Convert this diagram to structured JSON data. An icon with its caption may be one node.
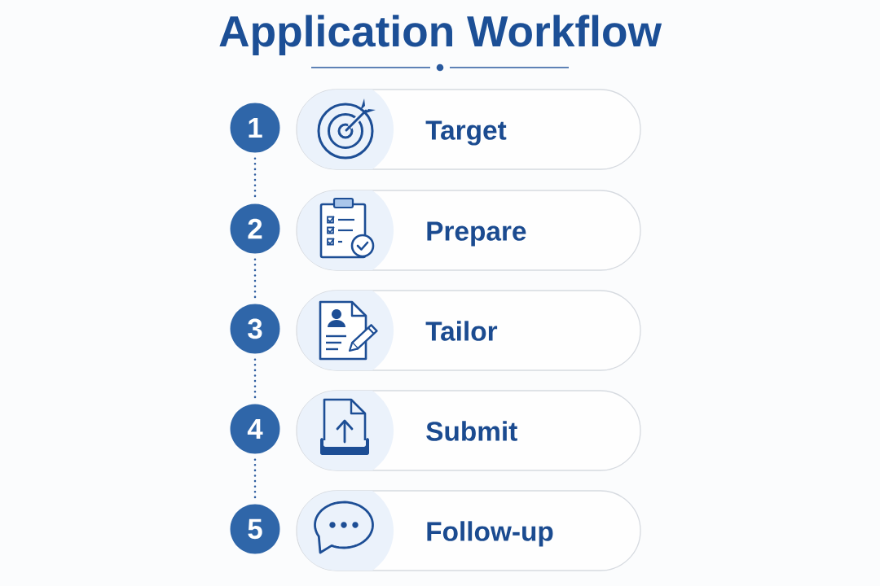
{
  "diagram": {
    "title": "Application Workflow",
    "nodes": [
      {
        "text": [
          "1"
        ]
      },
      {
        "text": [
          "Target"
        ]
      },
      {
        "text": [
          "2"
        ]
      },
      {
        "text": [
          "Prepare"
        ]
      },
      {
        "text": [
          "3"
        ]
      },
      {
        "text": [
          "Tailor"
        ]
      },
      {
        "text": [
          "4"
        ]
      },
      {
        "text": [
          "Submit"
        ]
      },
      {
        "text": [
          "5"
        ]
      },
      {
        "text": [
          "Follow-up"
        ]
      }
    ],
    "edges": [
      {
        "from": 0,
        "to": 2,
        "arrow": "none",
        "style": "dashed"
      },
      {
        "from": 2,
        "to": 4,
        "arrow": "none",
        "style": "dashed"
      },
      {
        "from": 4,
        "to": 6,
        "arrow": "none",
        "style": "dashed"
      },
      {
        "from": 6,
        "to": 8,
        "arrow": "none",
        "style": "dashed"
      }
    ]
  }
}
